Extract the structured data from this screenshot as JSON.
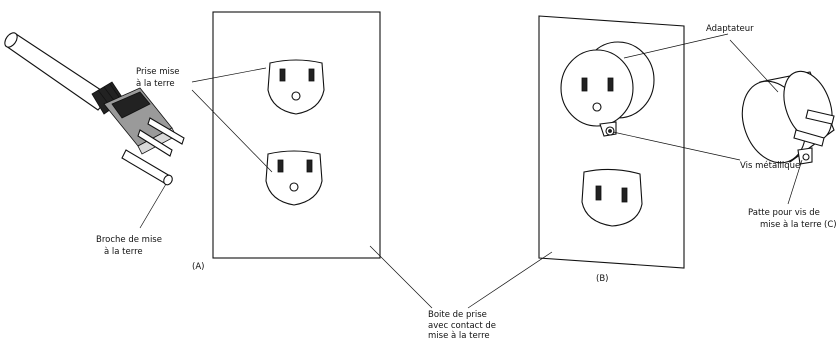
{
  "labels": {
    "prise_mise_terre": [
      "Prise mise",
      "à la terre"
    ],
    "broche": [
      "Broche de mise",
      "à la terre"
    ],
    "adaptateur": "Adaptateur",
    "vis": "Vis métallique",
    "patte": [
      "Patte pour vis de",
      "mise à la terre"
    ],
    "boite": [
      "Boite de prise",
      "avec contact de",
      "mise à la terre"
    ]
  },
  "panels": {
    "a": "(A)",
    "b": "(B)",
    "c": "(C)"
  }
}
